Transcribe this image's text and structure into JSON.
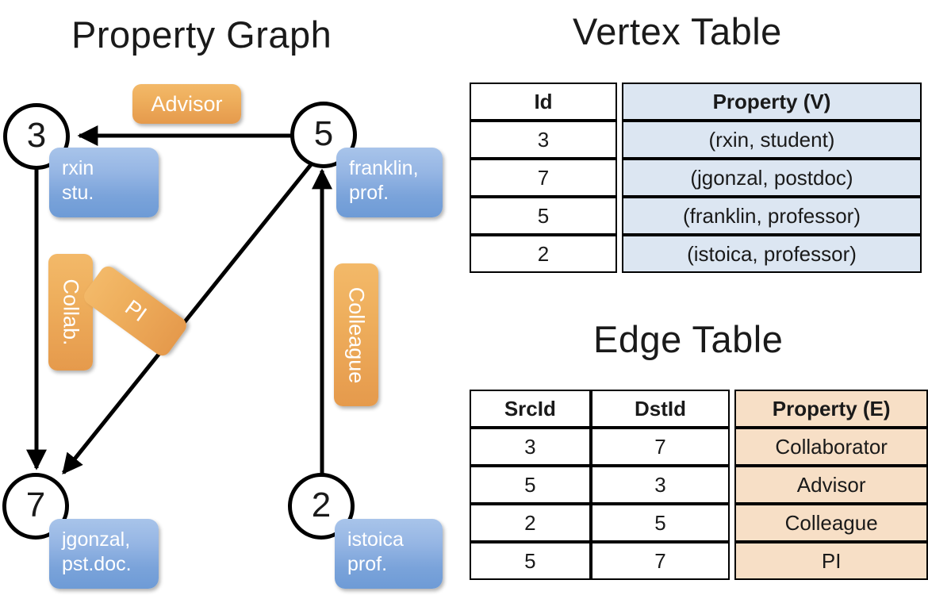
{
  "titles": {
    "property_graph": "Property Graph",
    "vertex_table": "Vertex Table",
    "edge_table": "Edge Table"
  },
  "graph": {
    "nodes": [
      {
        "id": "3",
        "name": "rxin",
        "role": "stu."
      },
      {
        "id": "5",
        "name": "franklin,",
        "role": "prof."
      },
      {
        "id": "7",
        "name": "jgonzal,",
        "role": "pst.doc."
      },
      {
        "id": "2",
        "name": "istoica",
        "role": "prof."
      }
    ],
    "edge_labels": {
      "advisor": "Advisor",
      "collab": "Collab.",
      "pi": "PI",
      "colleague": "Colleague"
    }
  },
  "vertex_table": {
    "headers": {
      "id": "Id",
      "property": "Property (V)"
    },
    "rows": [
      {
        "id": "3",
        "property": "(rxin, student)"
      },
      {
        "id": "7",
        "property": "(jgonzal, postdoc)"
      },
      {
        "id": "5",
        "property": "(franklin, professor)"
      },
      {
        "id": "2",
        "property": "(istoica, professor)"
      }
    ]
  },
  "edge_table": {
    "headers": {
      "src": "SrcId",
      "dst": "DstId",
      "property": "Property (E)"
    },
    "rows": [
      {
        "src": "3",
        "dst": "7",
        "property": "Collaborator"
      },
      {
        "src": "5",
        "dst": "3",
        "property": "Advisor"
      },
      {
        "src": "2",
        "dst": "5",
        "property": "Colleague"
      },
      {
        "src": "5",
        "dst": "7",
        "property": "PI"
      }
    ]
  },
  "colors": {
    "vertex_property_fill": "#dce6f2",
    "edge_property_fill": "#f7dfc6",
    "node_box_blue": "#7aa3da",
    "edge_label_orange": "#eeae5c",
    "stroke": "#000000"
  }
}
